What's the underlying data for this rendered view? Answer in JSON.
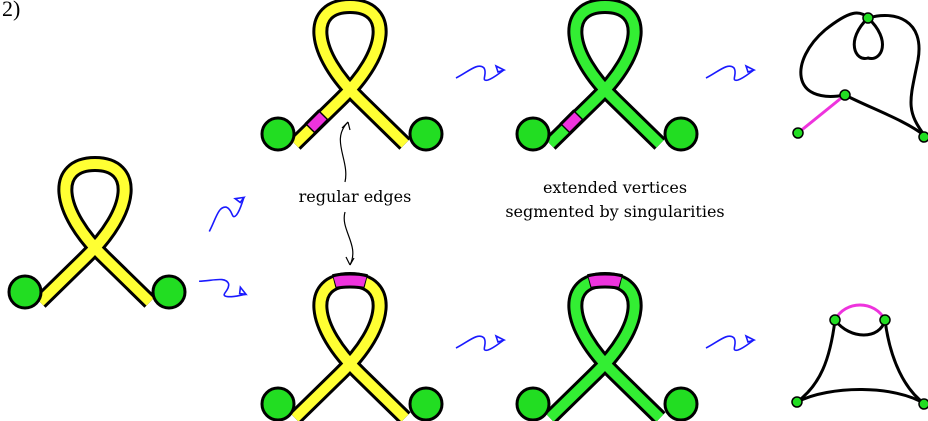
{
  "panel_label": "2)",
  "labels": {
    "regular_edges": "regular edges",
    "extended_line1": "extended vertices",
    "extended_line2": "segmented by singularities"
  },
  "colors": {
    "ribbon_initial": "#ffff33",
    "ribbon_extended": "#33ee33",
    "vertex": "#22dd22",
    "regular_edge": "#ee33dd",
    "arrow": "#1a1aff",
    "outline": "#000000"
  }
}
